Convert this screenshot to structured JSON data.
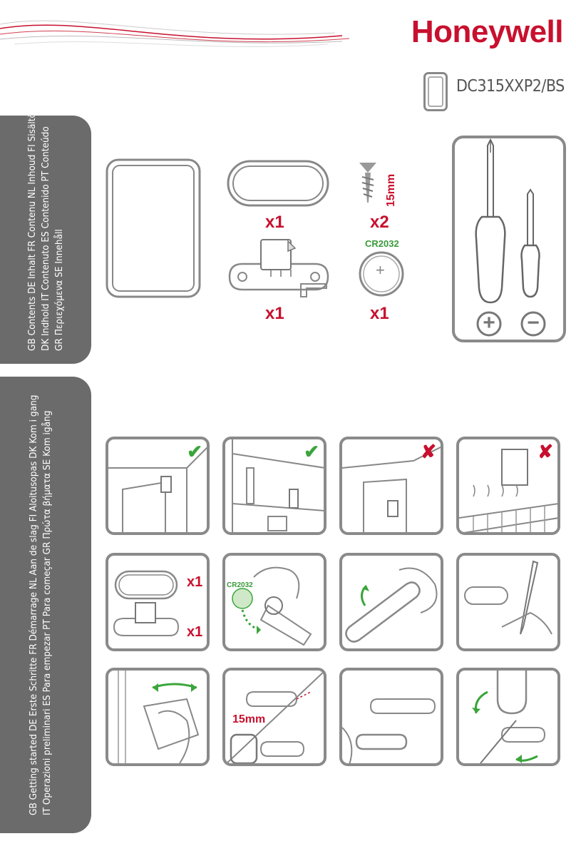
{
  "brand": {
    "name": "Honeywell",
    "color": "#c8102e"
  },
  "model": {
    "code": "DC315XXP2/BS",
    "icon": "device-outline-icon"
  },
  "sections": {
    "contents": {
      "lines": [
        "GB Contents DE Inhalt FR Contenu NL Inhoud FI Sisältö",
        "DK Indhold IT Contenuto ES Contenido PT Conteúdo",
        "GR Περιεχόμενα SE Innehåll"
      ]
    },
    "getting_started": {
      "lines": [
        "GB Getting started DE Erste Schritte FR Démarrage NL Aan de slag FI Aloitusopas DK Kom i gang",
        "IT Operazioni preliminari ES Para empezar PT Para começar GR Πρώτα βήματα SE Kom igång"
      ]
    }
  },
  "contents_items": {
    "push_button_qty": "x1",
    "screws_qty": "x2",
    "screw_length": "15mm",
    "bracket_qty": "x1",
    "battery_label": "CR2032",
    "battery_qty": "x1",
    "battery_plus": "+"
  },
  "tools": {
    "plus": "+",
    "minus": "−"
  },
  "steps": {
    "row1": [
      {
        "mark": "✔",
        "status": "ok"
      },
      {
        "mark": "✔",
        "status": "ok"
      },
      {
        "mark": "✘",
        "status": "bad"
      },
      {
        "mark": "✘",
        "status": "bad"
      }
    ],
    "row2_qty1": "x1",
    "row2_qty2": "x1",
    "row2_battery": "CR2032",
    "row3_size": "15mm"
  },
  "colors": {
    "tab": "#6b6b6b",
    "ok": "#3aa53a",
    "bad": "#c8102e",
    "outline": "#8a8a8a"
  }
}
